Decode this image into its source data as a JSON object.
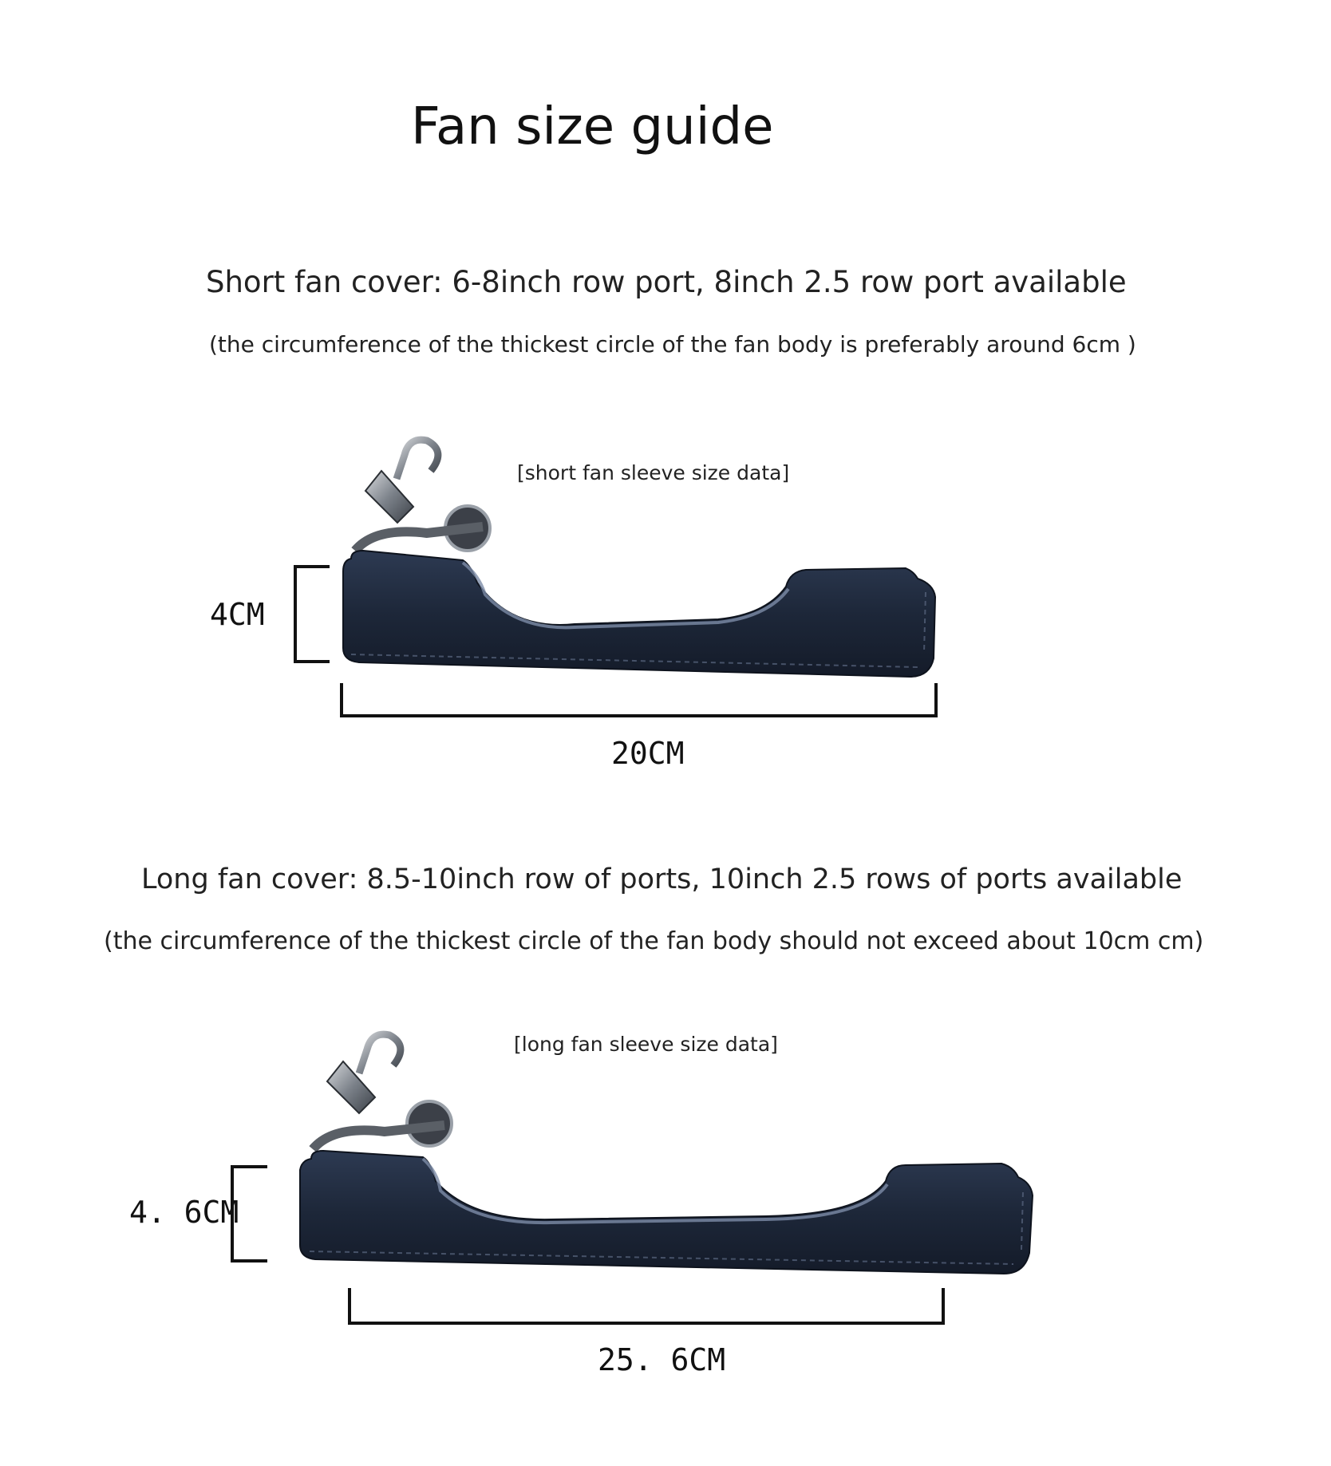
{
  "title": "Fan size guide",
  "short": {
    "heading": "Short fan cover: 6-8inch row port, 8inch 2.5 row port available",
    "note": "(the circumference of the thickest circle of the fan body is preferably around 6cm )",
    "caption": "[short fan sleeve size data]",
    "height_label": "4CM",
    "length_label": "20CM"
  },
  "long": {
    "heading": "Long fan cover: 8.5-10inch row of ports, 10inch 2.5 rows of ports available",
    "note": "(the circumference of the thickest circle of the fan body should not exceed about 10cm cm)",
    "caption": "[long fan sleeve size data]",
    "height_label": "4. 6CM",
    "length_label": "25. 6CM"
  },
  "colors": {
    "leather": "#1f2a3d",
    "leather_highlight": "#4a5b78",
    "metal": "#8a8f96",
    "dimension_line": "#111111"
  }
}
